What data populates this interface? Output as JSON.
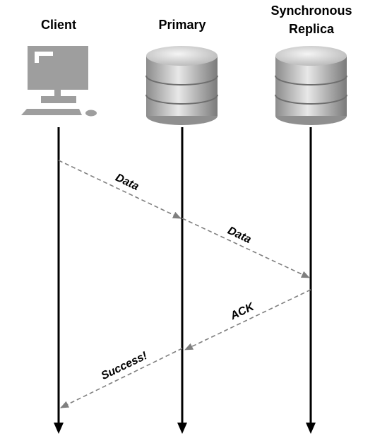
{
  "actors": [
    {
      "id": "client",
      "label": "Client",
      "icon": "desktop-computer-icon"
    },
    {
      "id": "primary",
      "label": "Primary",
      "icon": "database-icon"
    },
    {
      "id": "replica",
      "label_lines": [
        "Synchronous",
        "Replica"
      ],
      "icon": "database-icon"
    }
  ],
  "messages": [
    {
      "from": "client",
      "to": "primary",
      "label": "Data"
    },
    {
      "from": "primary",
      "to": "replica",
      "label": "Data"
    },
    {
      "from": "replica",
      "to": "primary",
      "label": "ACK"
    },
    {
      "from": "primary",
      "to": "client",
      "label": "Success!"
    }
  ],
  "colors": {
    "lifeline": "#000000",
    "message_line": "#7f7f7f",
    "icon_gray": "#9e9e9e",
    "db_dark": "#8a8a8a",
    "db_light": "#e6e6e6"
  }
}
